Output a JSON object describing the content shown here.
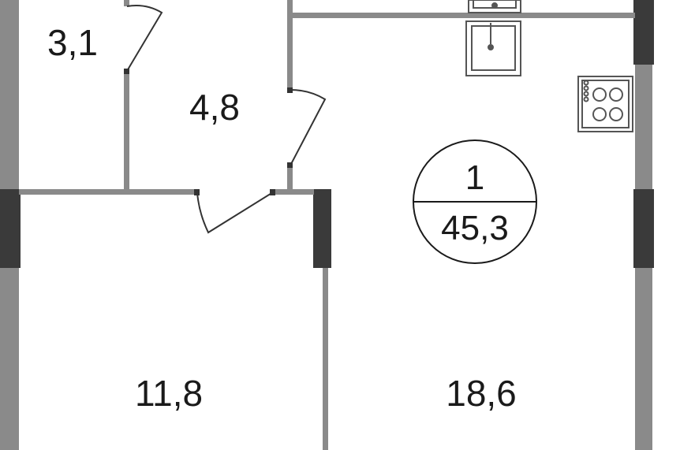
{
  "plan": {
    "apartment": {
      "rooms_count": "1",
      "total_area": "45,3"
    },
    "rooms": [
      {
        "id": "bathroom",
        "area": "3,1"
      },
      {
        "id": "hallway",
        "area": "4,8"
      },
      {
        "id": "bedroom",
        "area": "11,8"
      },
      {
        "id": "kitchen-living",
        "area": "18,6"
      }
    ],
    "colors": {
      "wall": "#8a8a8a",
      "window": "#3a3a3a",
      "door_line": "#333333",
      "fixture": "#555555",
      "text": "#1a1a1a"
    },
    "icons": [
      "sink-icon",
      "stove-icon",
      "door-swing-icon"
    ]
  }
}
